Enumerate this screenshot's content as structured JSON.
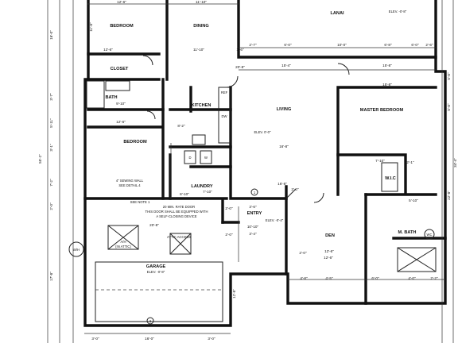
{
  "rooms": {
    "bedroom_1": "BEDROOM",
    "dining": "DINING",
    "lanai": "LANAI",
    "closet": "CLOSET",
    "bath": "BATH",
    "kitchen": "KITCHEN",
    "living": "LIVING",
    "master_bedroom": "MASTER BEDROOM",
    "bedroom_2": "BEDROOM",
    "laundry": "LAUNDRY",
    "wic": "W.I.C",
    "entry": "ENTRY",
    "den": "DEN",
    "m_bath": "M. BATH",
    "garage": "GARAGE",
    "attic_access": "ATTIC ACCESS"
  },
  "room_sizes": {
    "bedroom_1": "12'-6\"",
    "dining": "11'-10\"",
    "bath": "9'-10\"",
    "kitchen": "8'-2\"",
    "living": "16'-8\"",
    "master_bedroom": "15'-8\"",
    "bedroom_2": "12'-6\"",
    "laundry": "7'-10\"",
    "entry": "10'-10\"",
    "den": "12'-6\"",
    "garage": "20'-8\""
  },
  "elevations": {
    "lanai": "ELEV. -0'-8\"",
    "living": "ELEV. 0'-0\"",
    "entry": "ELEV. -0'-4\"",
    "garage": "ELEV. -0'-8\""
  },
  "notes": {
    "sewing": "4\" SEWING WALL",
    "see_detail": "SEE DETAIL 4",
    "see_note": "SEE NOTE 1",
    "rate_door": "20 MIN. RATE DOOR",
    "self_closing_1": "THIS DOOR SHALL BE EQUIPPED WITH",
    "self_closing_2": "A SELF-CLOSING DEVICE",
    "attic": "(IN ATTIC)",
    "ahu": "A/H",
    "wh": "W/H",
    "ref": "REF",
    "dw": "DW",
    "w": "W",
    "d": "D",
    "toilet": "WC",
    "number_1": "1",
    "number_2": "2"
  },
  "dimensions": {
    "top_1": "12'-6\"",
    "top_2": "11'-10\"",
    "top_3": "1'-6\"",
    "lanai_1": "2'-7\"",
    "lanai_2": "6'-0\"",
    "lanai_3": "10'-0\"",
    "lanai_4": "6'-8\"",
    "lanai_5": "6'-0\"",
    "lanai_6": "2'-6\"",
    "right_1": "5'-8\"",
    "right_2": "5'-8\"",
    "right_3": "34'-4\"",
    "right_4": "22'-8\"",
    "left_1": "16'-0\"",
    "left_2": "55'-2\"",
    "left_3": "17'-8\"",
    "left_4": "3'-7\"",
    "left_5": "5'-11\"",
    "left_6": "3'-1\"",
    "left_7": "7'-2\"",
    "left_8": "2'-0\"",
    "left_9": "11'-8\"",
    "bottom_1": "3'-0\"",
    "bottom_2": "16'-0\"",
    "bottom_3": "3'-0\"",
    "bottom_right_1": "4'-8\"",
    "bottom_right_2": "4'-5\"",
    "bottom_right_3": "6'-0\"",
    "bottom_right_4": "4'-0\"",
    "bottom_right_5": "2'-2\"",
    "mid_1": "15'-4\"",
    "mid_2": "15'-8\"",
    "mid_3": "16'-8\"",
    "mid_4": "8'-10\"",
    "mid_5": "3'-6\"",
    "mid_6": "2'-0\"",
    "mid_7": "2'-0\"",
    "mid_8": "3'-4\"",
    "mid_9": "5'-10\"",
    "den_1": "2'-0\"",
    "den_2": "2'-0\"",
    "den_3": "12'-6\"",
    "wic_1": "2'-1\"",
    "wic_2": "7'-10\"",
    "garage_v": "12'-8\"",
    "garage_w": "20'-8\""
  },
  "colors": {
    "ink": "#111111",
    "paper": "#ffffff"
  }
}
